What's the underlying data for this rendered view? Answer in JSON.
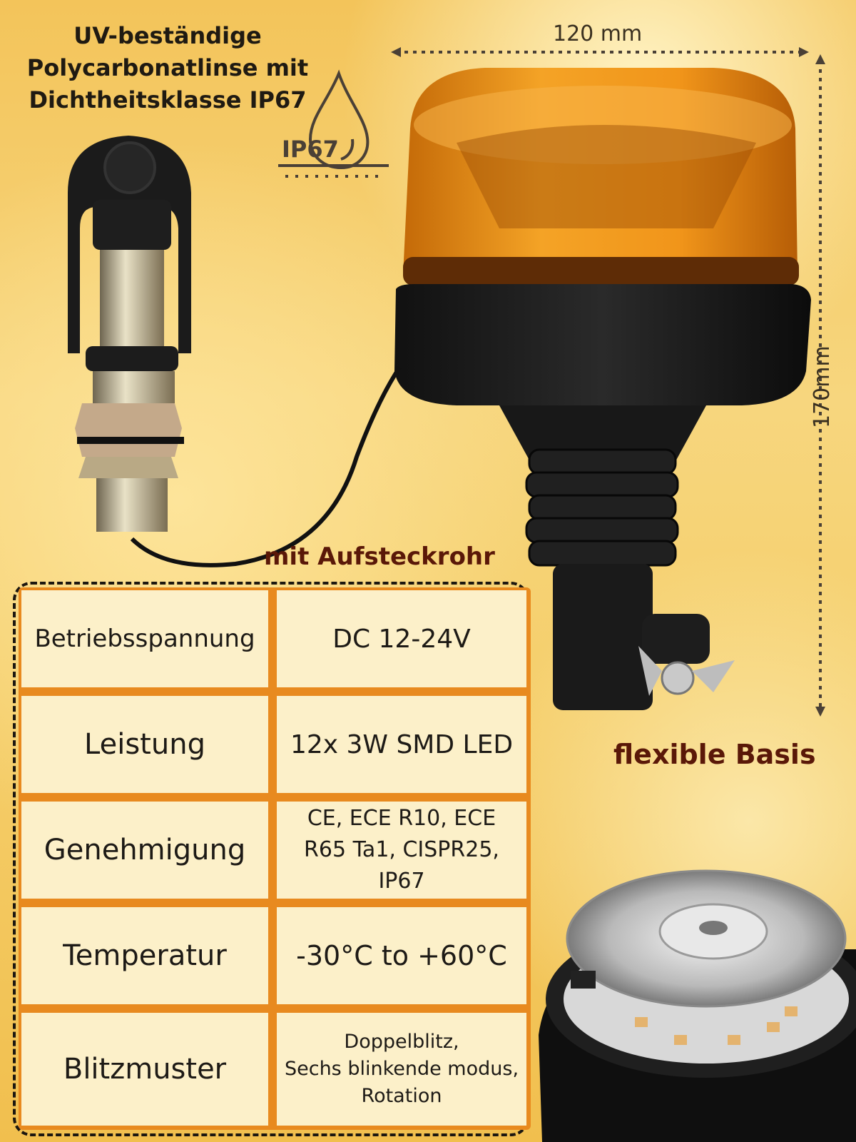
{
  "lens_text": [
    "UV-beständige",
    "Polycarbonatlinse mit",
    "Dichtheitsklasse IP67"
  ],
  "ip_badge": "IP67",
  "dimensions": {
    "width": "120 mm",
    "height": "170mm"
  },
  "captions": {
    "tube": "mit Aufsteckrohr",
    "base": "flexible Basis"
  },
  "specs": [
    {
      "label": "Betriebsspannung",
      "value": [
        "DC 12-24V"
      ]
    },
    {
      "label": "Leistung",
      "value": [
        "12x 3W SMD LED"
      ]
    },
    {
      "label": "Genehmigung",
      "value": [
        "CE, ECE R10, ECE",
        "R65 Ta1, CISPR25,",
        "IP67"
      ]
    },
    {
      "label": "Temperatur",
      "value": [
        "-30°C to +60°C"
      ]
    },
    {
      "label": "Blitzmuster",
      "value": [
        "Doppelblitz,",
        "Sechs blinkende modus,",
        "Rotation"
      ]
    }
  ],
  "icons": [
    "water-drop-icon"
  ],
  "colors": {
    "table_border": "#e88a1f",
    "table_cell": "#fcf0c9",
    "lens": "#f29a12",
    "caption": "#5a1808"
  }
}
